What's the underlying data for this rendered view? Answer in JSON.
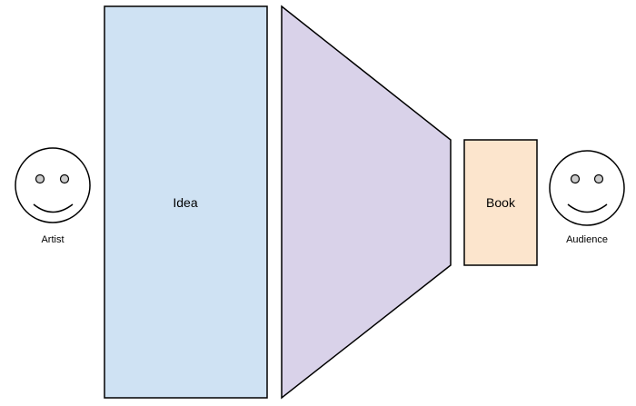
{
  "diagram": {
    "artist": {
      "label": "Artist"
    },
    "idea": {
      "label": "Idea",
      "fill": "#cfe2f3"
    },
    "funnel": {
      "fill": "#d9d2e9"
    },
    "book": {
      "label": "Book",
      "fill": "#fce5cd"
    },
    "audience": {
      "label": "Audience"
    },
    "stroke": "#000000",
    "face_fill": "#ffffff",
    "eye_fill": "#cccccc"
  }
}
